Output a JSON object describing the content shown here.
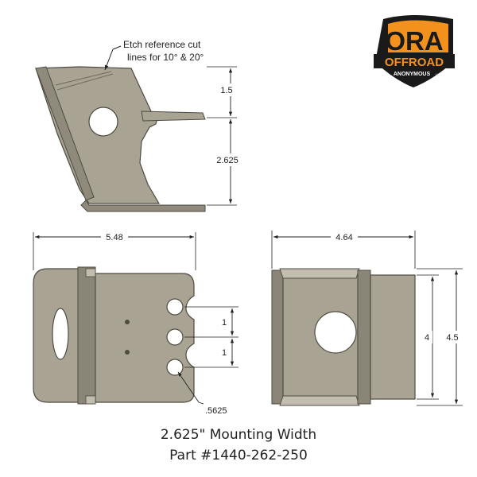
{
  "logo": {
    "main": "ORA",
    "sub": "OFFROAD",
    "tag": "ANONYMOUS",
    "tm": "LLC"
  },
  "annotations": {
    "etch_line1": "Etch reference cut",
    "etch_line2": "lines for 10° & 20°"
  },
  "dimensions": {
    "top_upper": "1.5",
    "top_lower": "2.625",
    "front_width": "5.48",
    "hole_spacing_1": "1",
    "hole_spacing_2": "1",
    "hole_diameter": ".5625",
    "side_width": "4.64",
    "side_inner_height": "4",
    "side_outer_height": "4.5"
  },
  "caption": {
    "line1": "2.625\" Mounting Width",
    "line2": "Part #1440-262-250"
  },
  "colors": {
    "metal": "#a8a393",
    "metal_dark": "#6f6a5d",
    "metal_light": "#c2bdae",
    "logo_orange": "#f2921d",
    "logo_black": "#1a1a1a"
  }
}
